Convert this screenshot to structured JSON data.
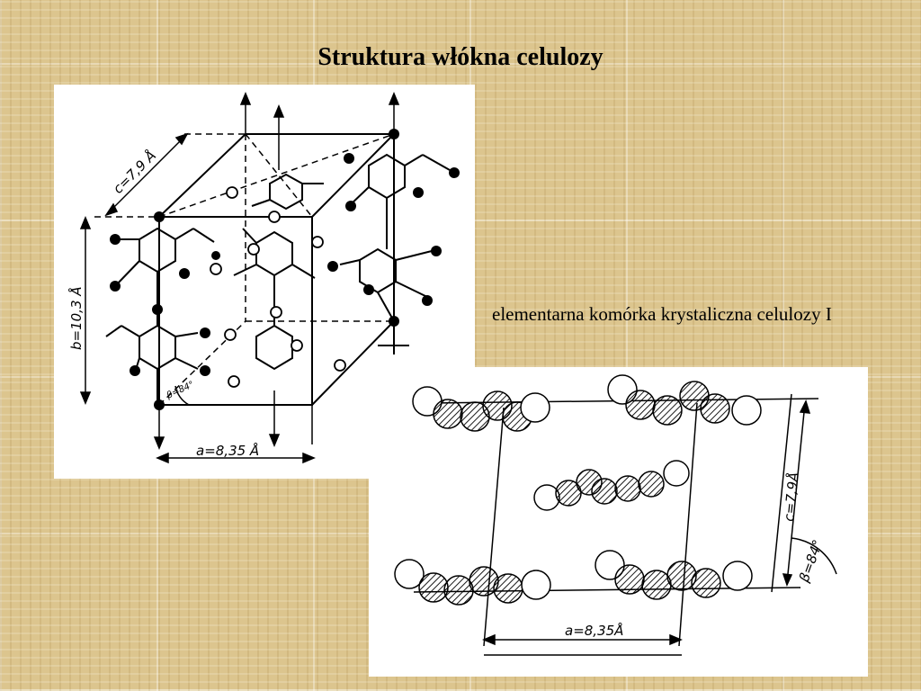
{
  "slide": {
    "title": "Struktura włókna celulozy",
    "caption": "elementarna komórka krystaliczna celulozy I"
  },
  "unit_cell_figure": {
    "dimension_a": "a=8,35 Å",
    "dimension_b": "b=10,3 Å",
    "dimension_c": "c=7,9 Å",
    "angle_beta": "β=84°"
  },
  "projection_figure": {
    "dimension_a": "a=8,35Å",
    "dimension_c": "c=7,9Å",
    "angle_beta": "β=84°"
  }
}
